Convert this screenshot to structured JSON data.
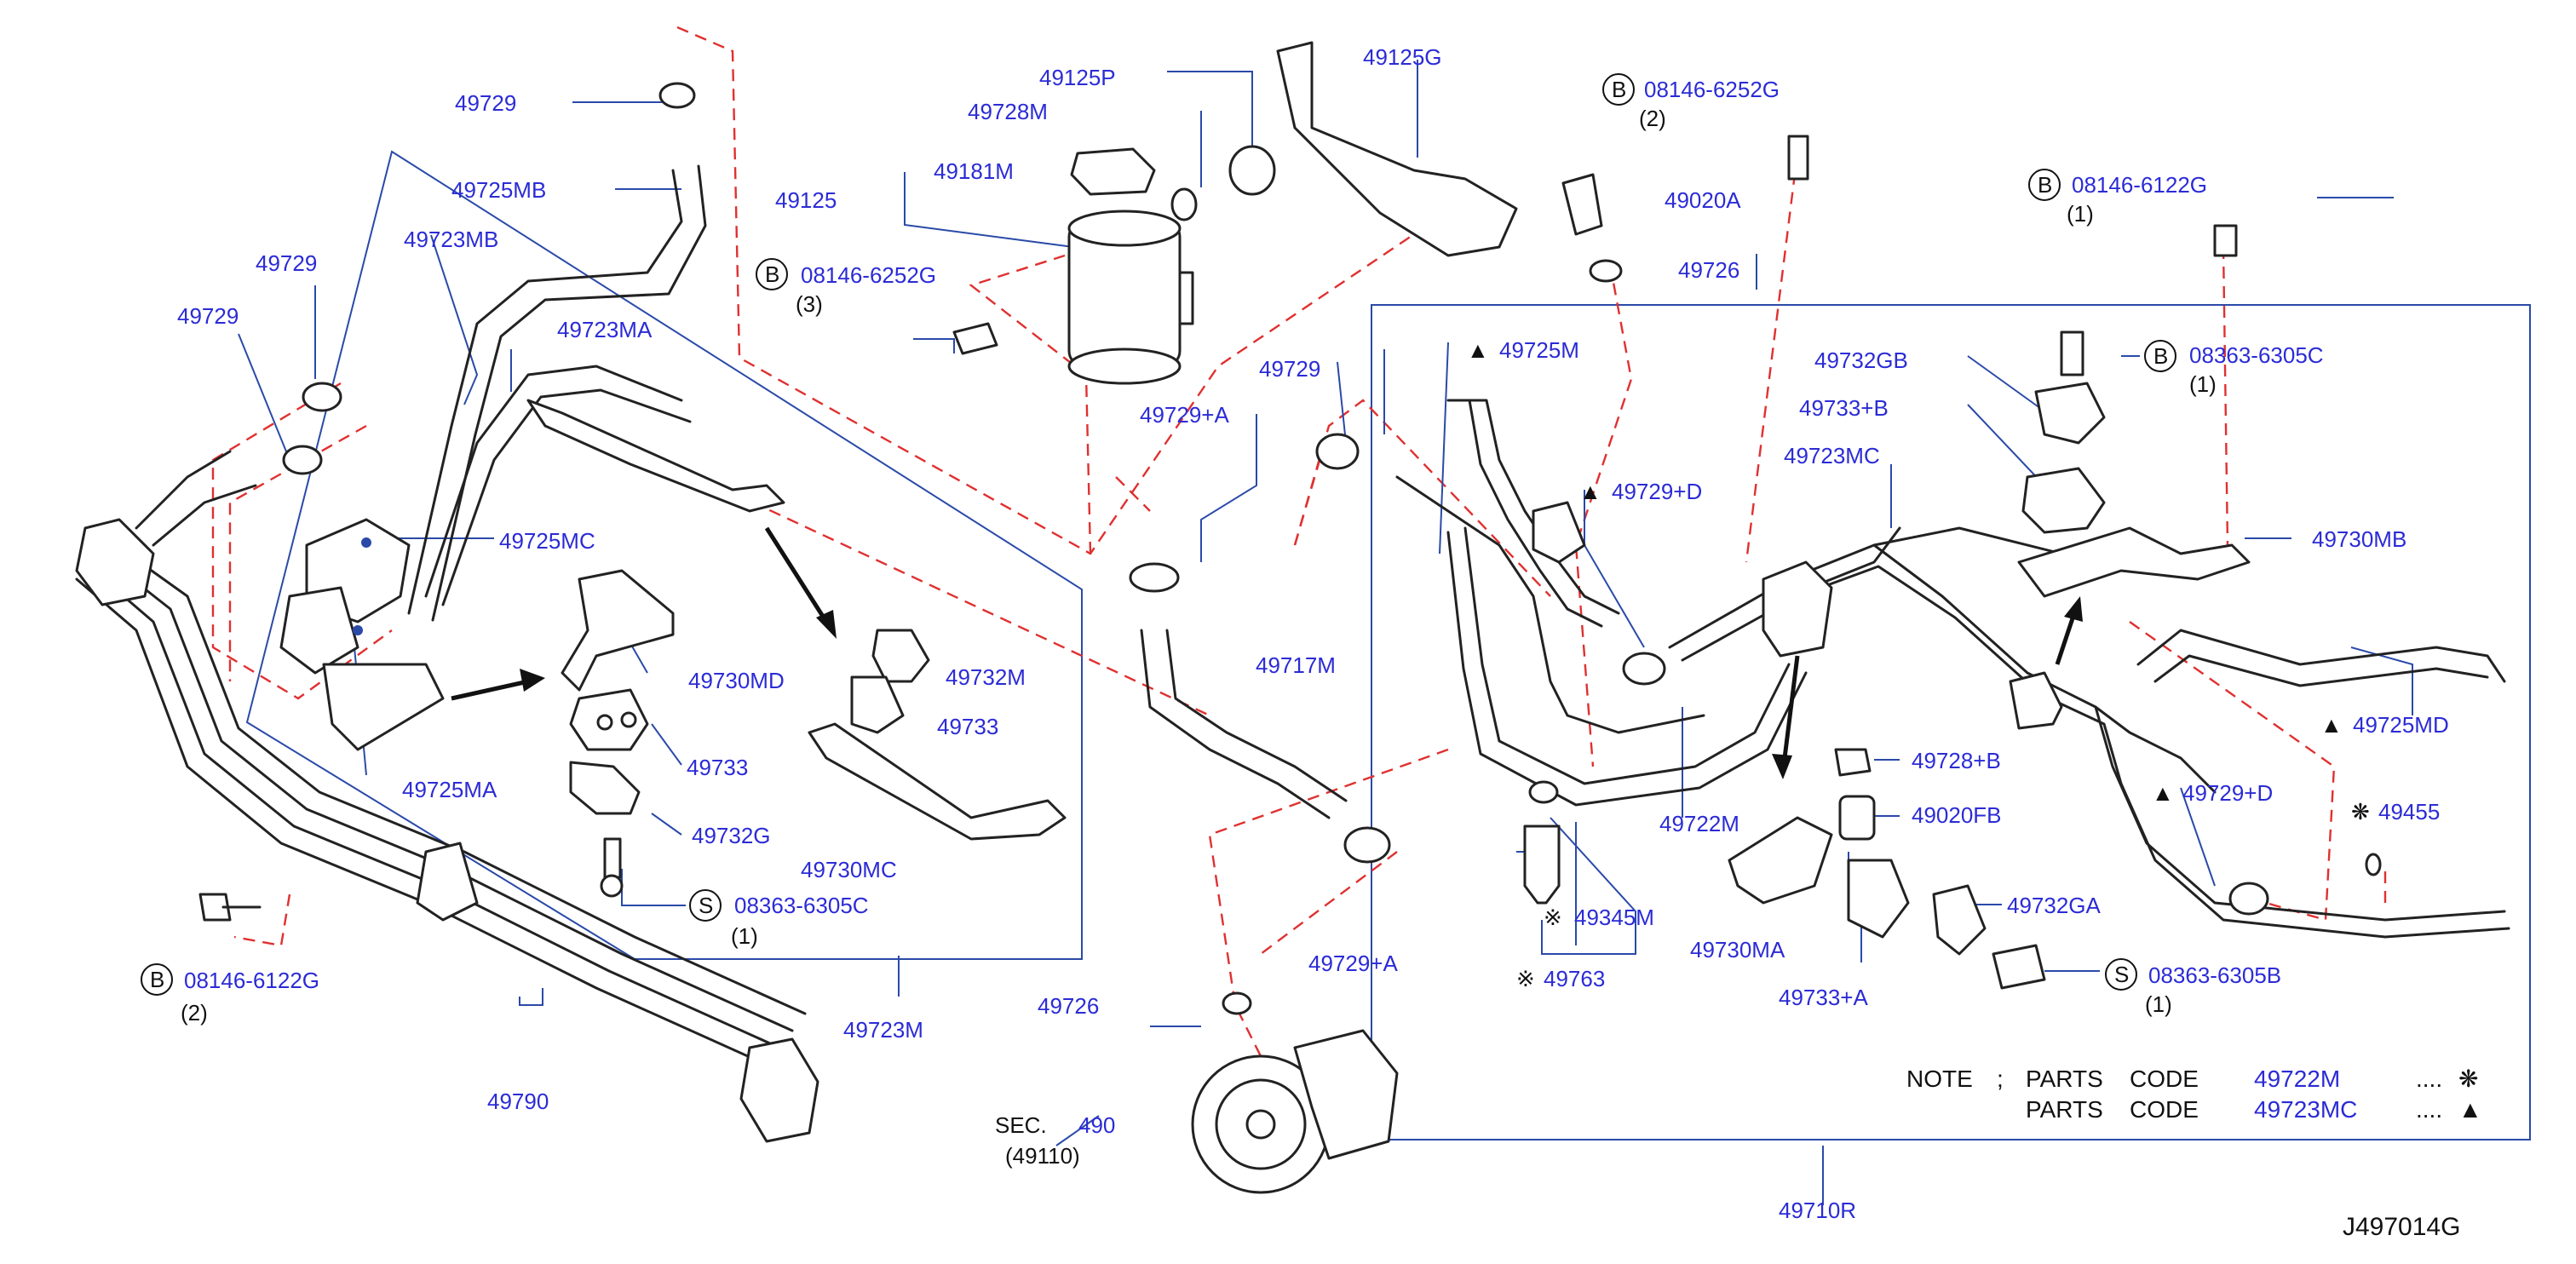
{
  "labels": {
    "l_49729_a": "49729",
    "l_49725MB": "49725MB",
    "l_49723MB": "49723MB",
    "l_49729_b": "49729",
    "l_49729_c": "49729",
    "l_49723MA": "49723MA",
    "l_49725MC": "49725MC",
    "l_49730MD": "49730MD",
    "l_49733_a": "49733",
    "l_49732G": "49732G",
    "l_49725MA": "49725MA",
    "l_08363_6305C_l": "08363-6305C",
    "l_08146_6122G_l": "08146-6122G",
    "l_49790": "49790",
    "l_49723M": "49723M",
    "l_49125P": "49125P",
    "l_49728M": "49728M",
    "l_49181M": "49181M",
    "l_49125": "49125",
    "l_08146_6252G_m": "08146-6252G",
    "l_49125G": "49125G",
    "l_49729_plusA_top": "49729+A",
    "l_49729_mid": "49729",
    "l_49732M": "49732M",
    "l_49733_b": "49733",
    "l_49730MC": "49730MC",
    "l_49717M": "49717M",
    "l_49729_plusA_bot": "49729+A",
    "l_49726_bot": "49726",
    "l_490": "490",
    "l_08146_6252G_r": "08146-6252G",
    "l_49020A": "49020A",
    "l_49726_top": "49726",
    "l_08146_6122G_r": "08146-6122G",
    "l_49732GB": "49732GB",
    "l_08363_6305C_r": "08363-6305C",
    "l_49733_plusB": "49733+B",
    "l_49723MC": "49723MC",
    "l_49725M": "49725M",
    "l_49729_plusD_top": "49729+D",
    "l_49730MB": "49730MB",
    "l_49725MD": "49725MD",
    "l_49729_plusD_bot": "49729+D",
    "l_49455": "49455",
    "l_49722M": "49722M",
    "l_49728_plusB": "49728+B",
    "l_49020FB": "49020FB",
    "l_49345M": "49345M",
    "l_49763": "49763",
    "l_49730MA": "49730MA",
    "l_49733_plusA": "49733+A",
    "l_49732GA": "49732GA",
    "l_08363_6305B": "08363-6305B",
    "l_49710R": "49710R"
  },
  "qty": {
    "q_2_left": "(2)",
    "q_1_left": "(1)",
    "q_3_mid": "(3)",
    "q_2_right": "(2)",
    "q_1_right_top": "(1)",
    "q_1_right_c": "(1)",
    "q_1_right_b": "(1)"
  },
  "circle_letters": {
    "B": "B",
    "S": "S"
  },
  "sec": {
    "prefix": "SEC.",
    "ref": "(49110)"
  },
  "note": {
    "title": "NOTE",
    "sep": ";",
    "parts": "PARTS",
    "code": "CODE",
    "part1": "49722M",
    "part2": "49723MC",
    "dots": "....",
    "sym1": "❋",
    "sym2": "▲"
  },
  "marks": {
    "triangle": "▲",
    "snow": "❋",
    "ref": "※"
  },
  "diagram_code": "J497014G",
  "colors": {
    "label": "#2b2bd6",
    "leader": "#2a4aa8",
    "dashed": "#e03030",
    "part": "#222222"
  }
}
